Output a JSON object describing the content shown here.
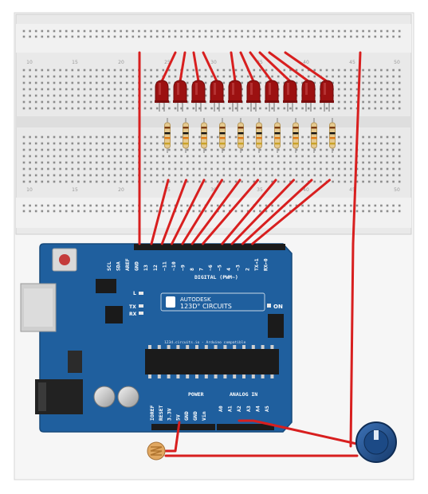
{
  "breadboard": {
    "column_numbers": [
      "10",
      "15",
      "20",
      "25",
      "30",
      "35",
      "40",
      "45",
      "50"
    ],
    "led_count": 10,
    "resistor_count": 10
  },
  "arduino": {
    "brand": "AUTODESK",
    "product": "123D° CIRCUITS",
    "site": "123d.circuits.io - Arduino compatible",
    "on_label": "ON",
    "tx_label": "TX",
    "rx_label": "RX",
    "l_label": "L",
    "digital_label": "DIGITAL (PWM~)",
    "power_label": "POWER",
    "analog_label": "ANALOG IN",
    "top_pins": [
      "SCL",
      "SDA",
      "AREF",
      "GND",
      "13",
      "12",
      "~11",
      "~10",
      "~9",
      "8",
      "7",
      "~6",
      "~5",
      "4",
      "~3",
      "2",
      "TX→1",
      "RX←0"
    ],
    "power_pins": [
      "IOREF",
      "RESET",
      "3.3V",
      "5V",
      "GND",
      "GND",
      "Vin"
    ],
    "analog_pins": [
      "A0",
      "A1",
      "A2",
      "A3",
      "A4",
      "A5"
    ]
  },
  "colors": {
    "board": "#1f5f9e",
    "wire": "#d81f1f",
    "led": "#9c1111",
    "breadboard": "#ececec",
    "potentiometer": "#1e4f8f"
  }
}
